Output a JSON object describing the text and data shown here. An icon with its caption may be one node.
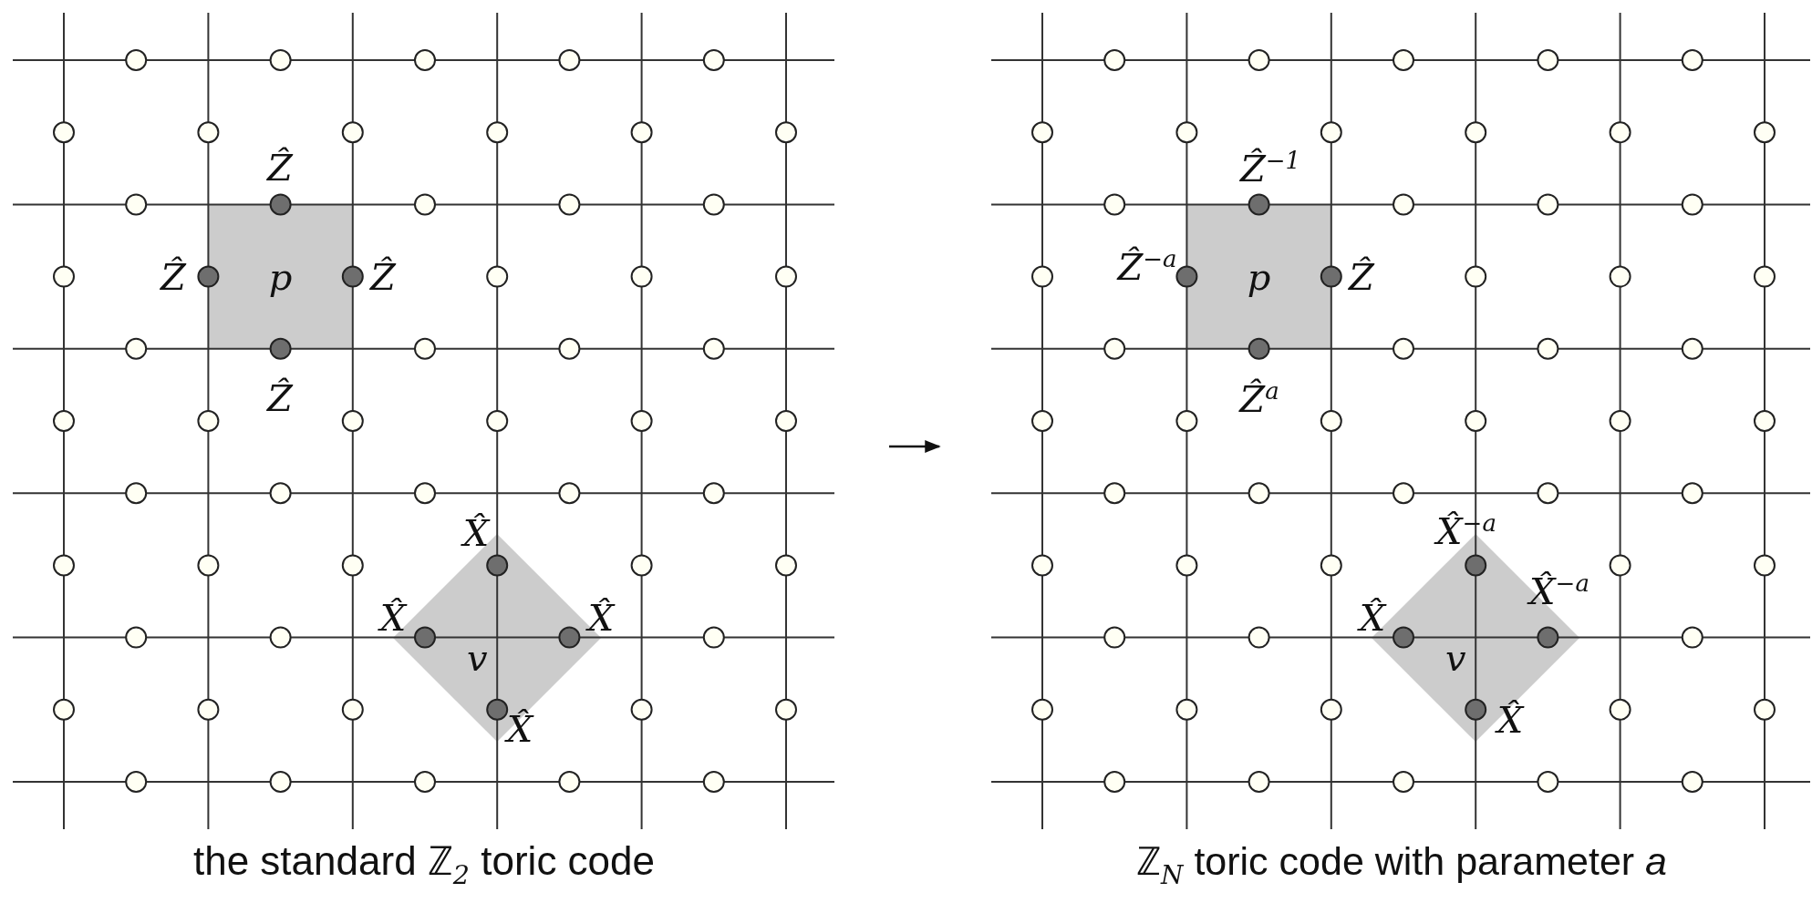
{
  "diagram": {
    "nodes": [
      {
        "text": [
          "the standard ℤ$_{2}$ toric code"
        ]
      },
      {
        "text": [
          "p"
        ],
        "in": 0,
        "beside": [
          "Ẑ",
          "Ẑ",
          "Ẑ",
          "Ẑ"
        ]
      },
      {
        "text": [
          "v"
        ],
        "in": 0,
        "beside": [
          "X̂",
          "X̂",
          "X̂",
          "X̂"
        ]
      },
      {
        "text": [
          "ℤ$_{N}$ toric code with parameter *a*"
        ]
      },
      {
        "text": [
          "p"
        ],
        "in": 3,
        "beside": [
          "Ẑ$^{−1}$",
          "Ẑ$^{−a}$",
          "Ẑ",
          "Ẑ$^{a}$"
        ]
      },
      {
        "text": [
          "v"
        ],
        "in": 3,
        "beside": [
          "X̂$^{−a}$",
          "X̂",
          "X̂$^{−a}$",
          "X̂"
        ]
      }
    ],
    "edges": [
      {
        "from": 0,
        "to": 3,
        "arrow": "to"
      }
    ]
  }
}
